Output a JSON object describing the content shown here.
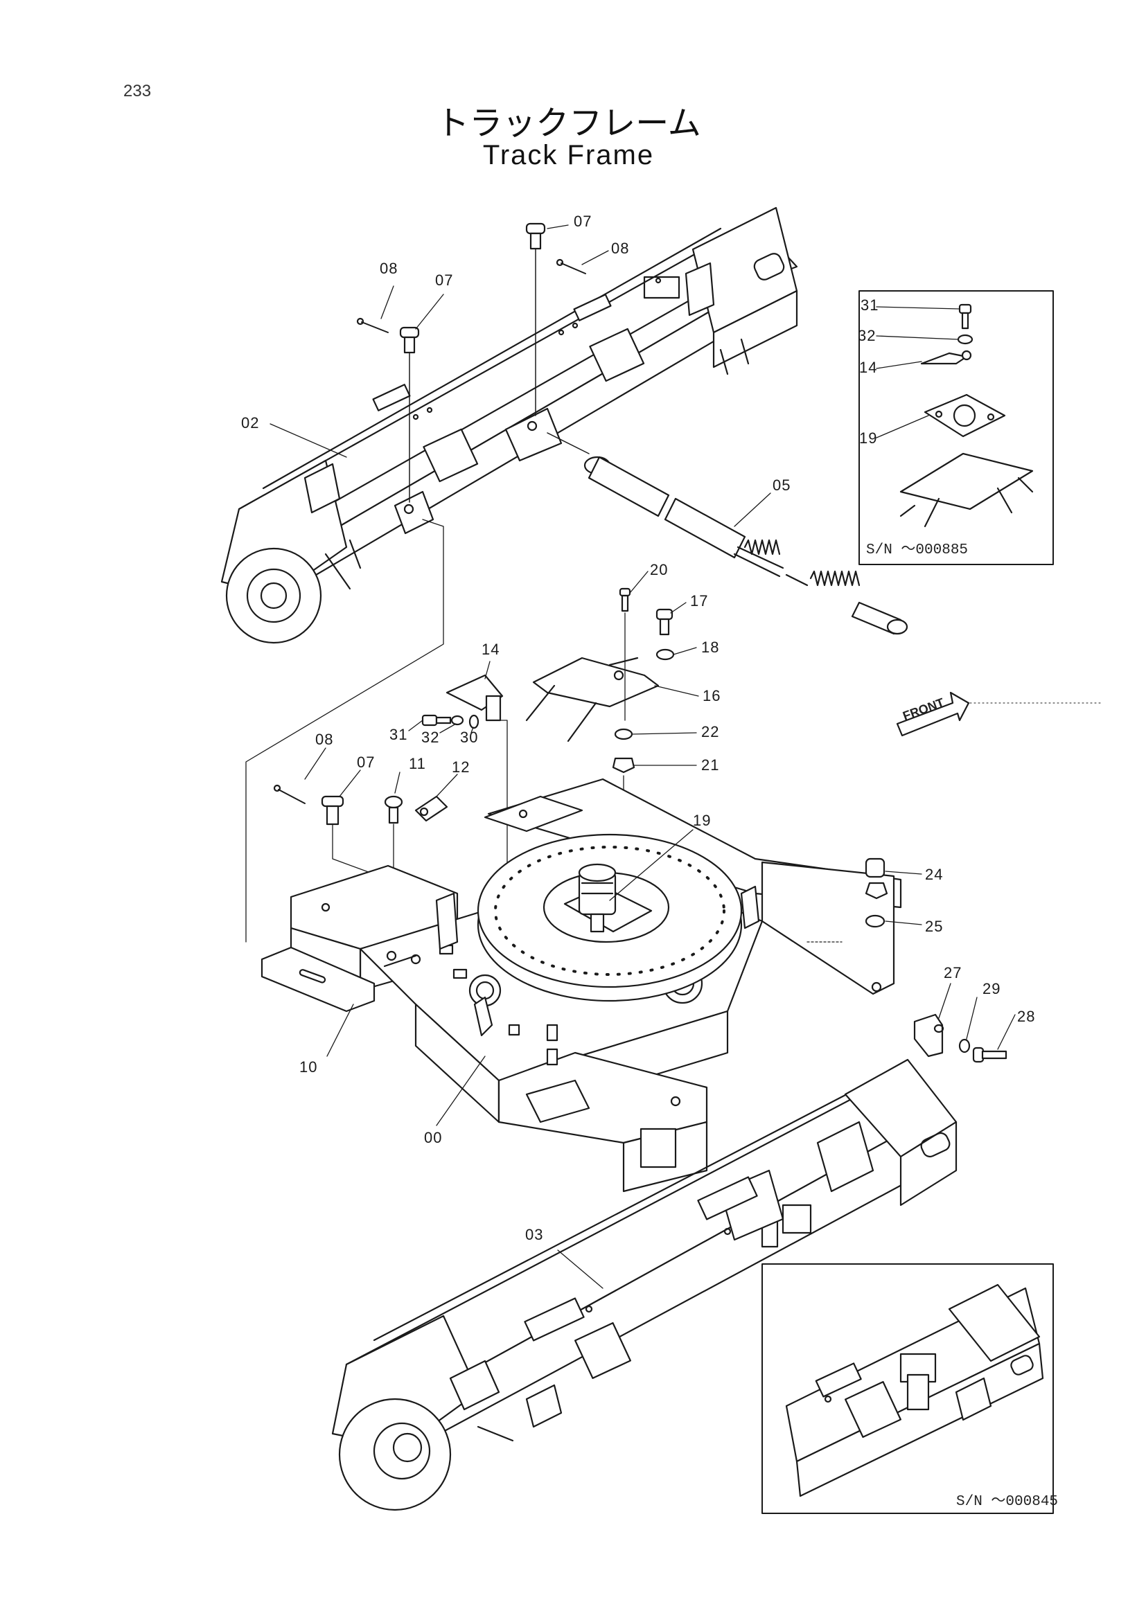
{
  "page_number": "233",
  "title_jp": "トラックフレーム",
  "title_en": "Track Frame",
  "front_label": "FRONT",
  "inset_upper_sn": "S/N ～000885",
  "inset_lower_sn": "S/N ～000845",
  "callouts": {
    "c07a": "07",
    "c08a": "08",
    "c08b": "08",
    "c07b": "07",
    "c02": "02",
    "c05": "05",
    "c31a": "31",
    "c32a": "32",
    "c14a": "14",
    "c19a": "19",
    "c20": "20",
    "c17": "17",
    "c18": "18",
    "c14b": "14",
    "c16": "16",
    "c22": "22",
    "c21": "21",
    "c31b": "31",
    "c32b": "32",
    "c30": "30",
    "c08c": "08",
    "c07c": "07",
    "c11": "11",
    "c12": "12",
    "c19b": "19",
    "c24": "24",
    "c25": "25",
    "c27": "27",
    "c29": "29",
    "c28": "28",
    "c10": "10",
    "c00": "00",
    "c03": "03"
  }
}
